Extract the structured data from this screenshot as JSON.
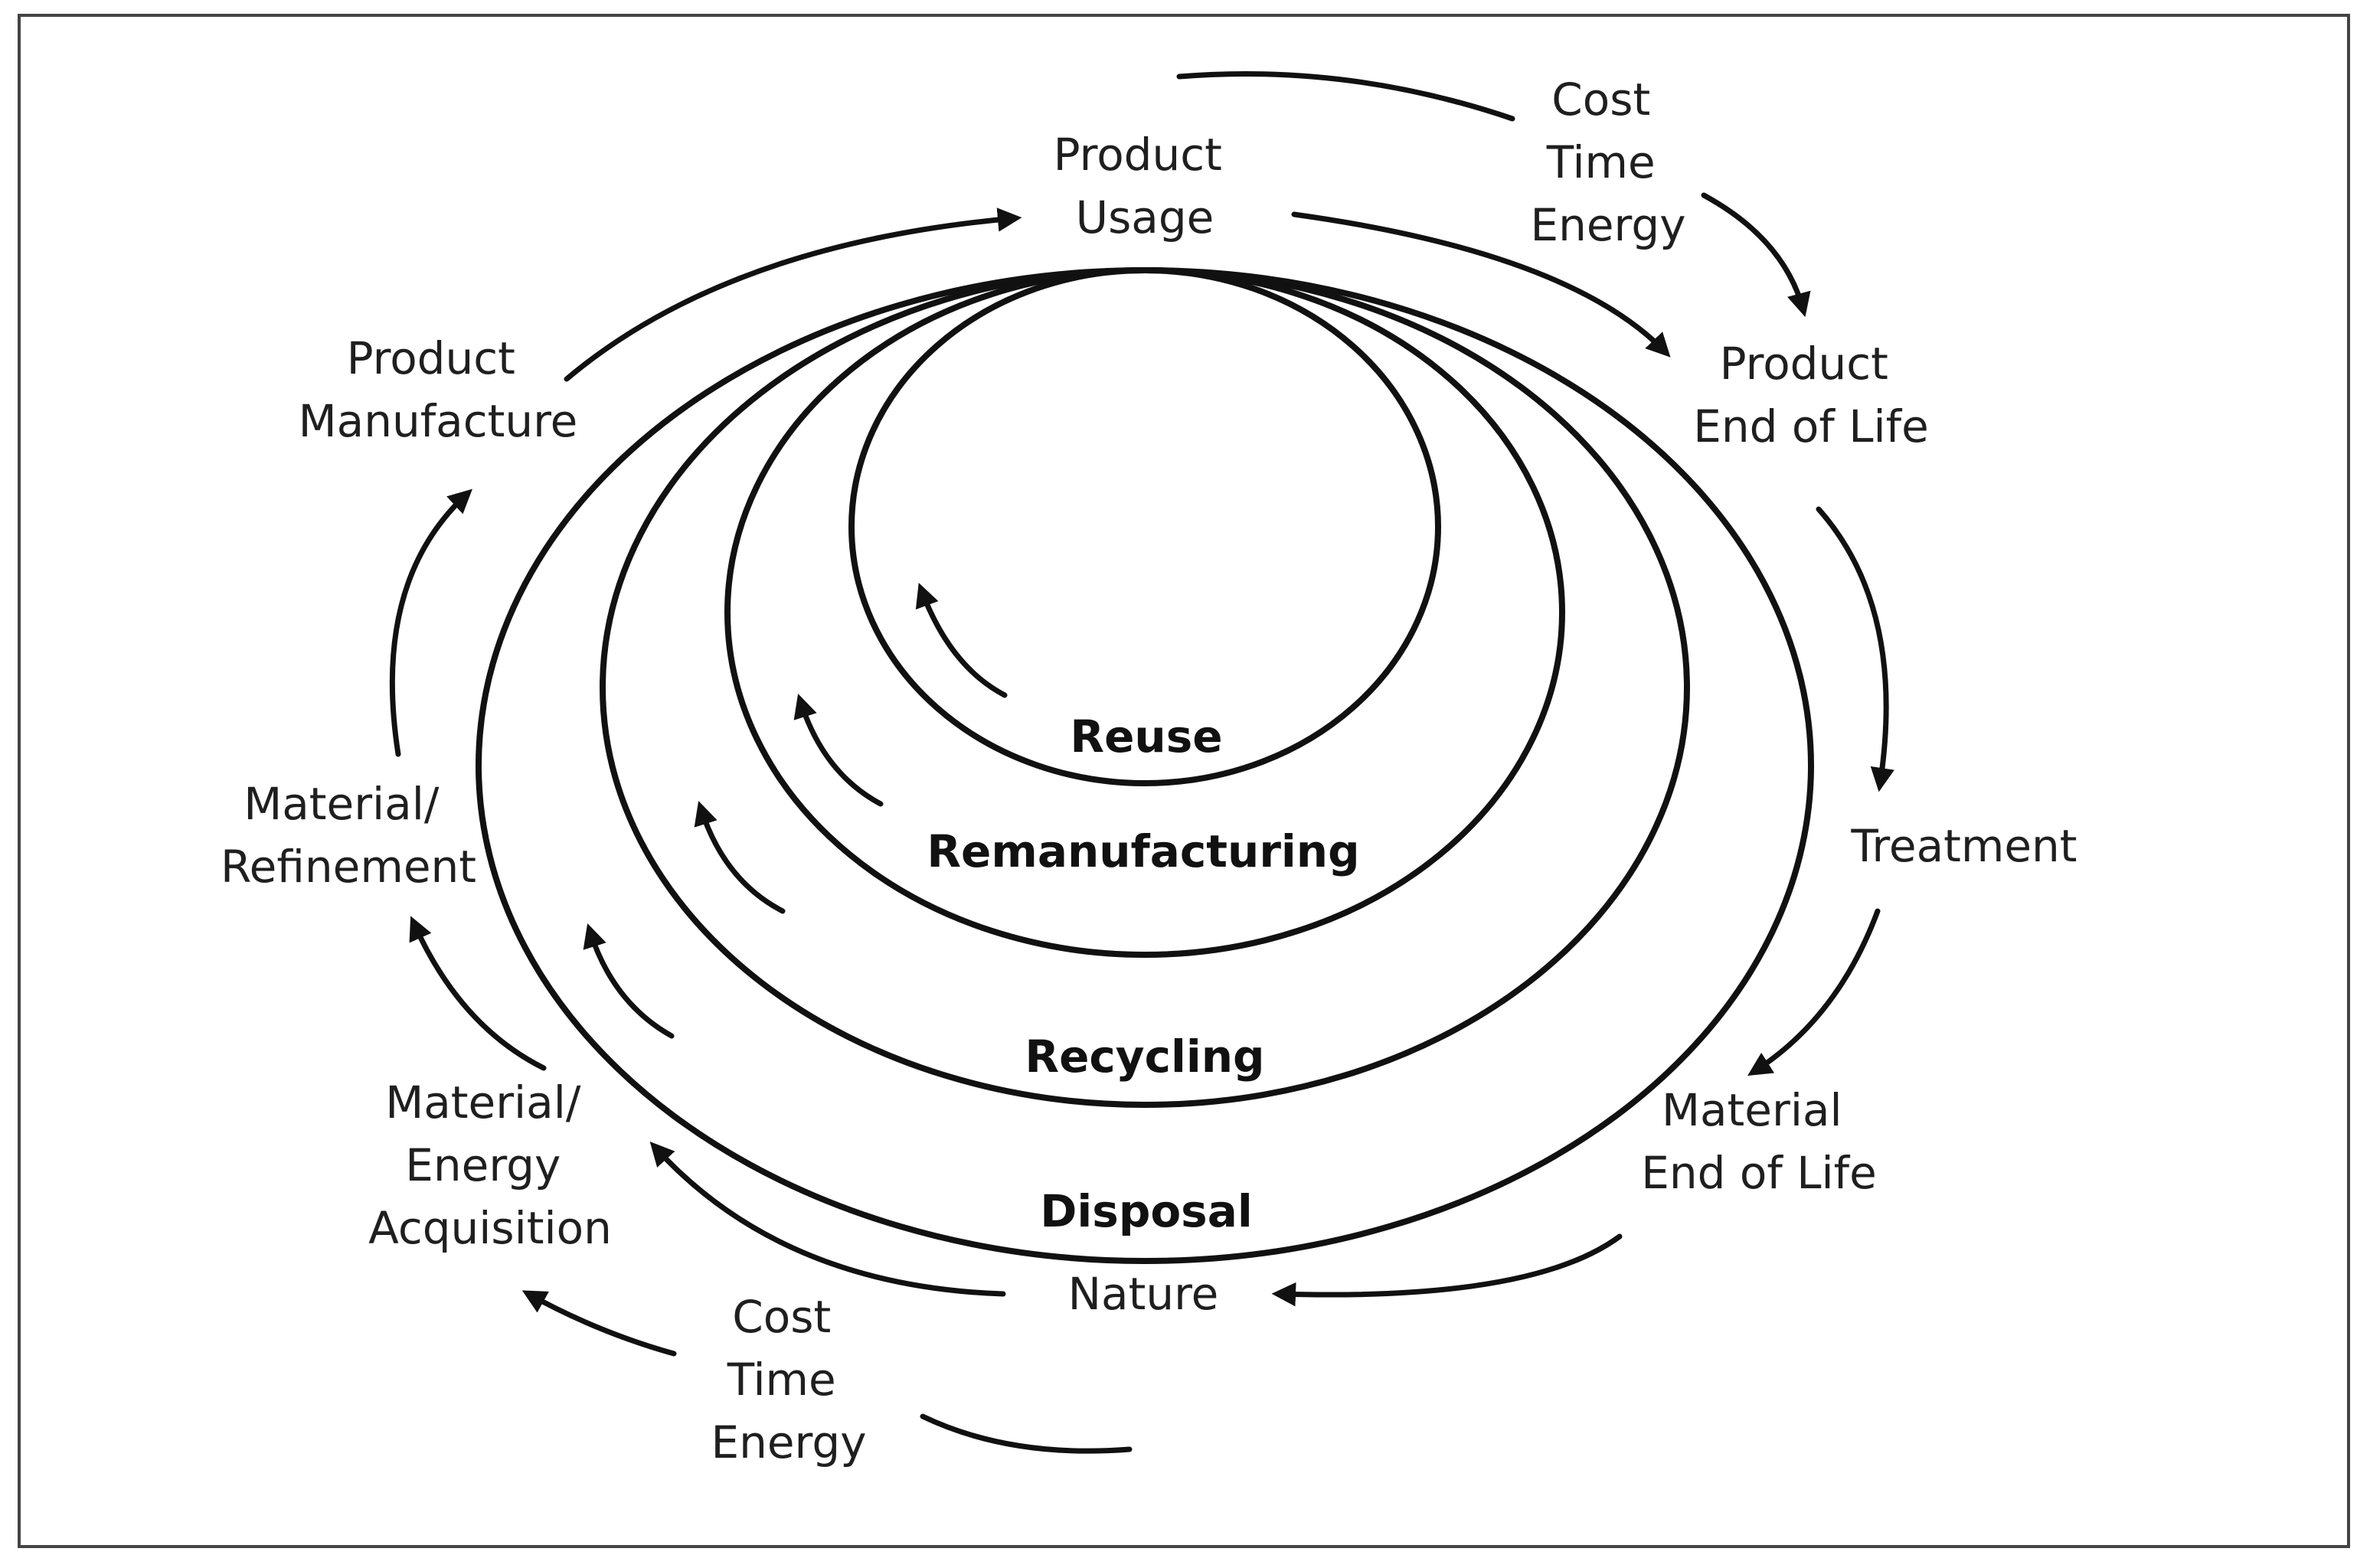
{
  "stages": {
    "product_usage": [
      "Product",
      "Usage"
    ],
    "product_end_of_life": [
      "Product",
      "End of Life"
    ],
    "treatment": "Treatment",
    "material_end_of_life": [
      "Material",
      "End of Life"
    ],
    "nature": "Nature",
    "material_energy_acquisition": [
      "Material/",
      "Energy",
      "Acquisition"
    ],
    "material_refinement": [
      "Material/",
      "Refinement"
    ],
    "product_manufacture": [
      "Product",
      "Manufacture"
    ]
  },
  "costs_top": [
    "Cost",
    "Time",
    "Energy"
  ],
  "costs_bottom": [
    "Cost",
    "Time",
    "Energy"
  ],
  "loops": {
    "reuse": "Reuse",
    "remanufacturing": "Remanufacturing",
    "recycling": "Recycling",
    "disposal": "Disposal"
  }
}
